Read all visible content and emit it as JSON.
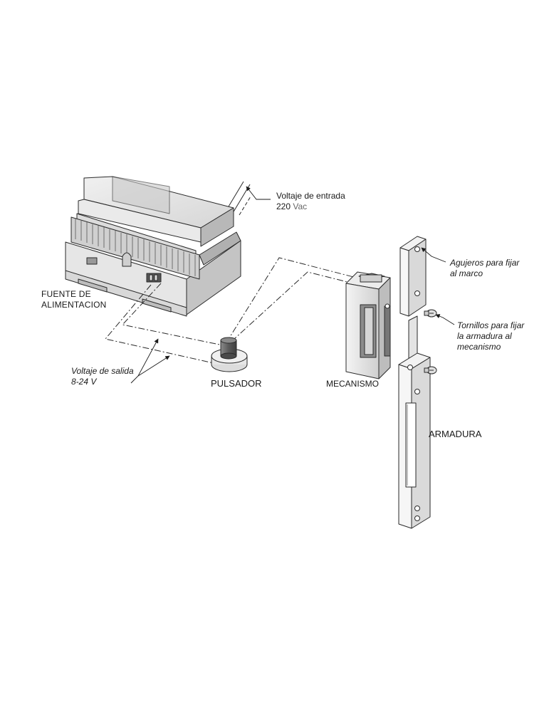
{
  "labels": {
    "input_voltage_line1": "Voltaje de entrada",
    "input_voltage_220": "220 ",
    "input_voltage_vac": "Vac",
    "power_supply_line1": "FUENTE DE",
    "power_supply_line2": "ALIMENTACION",
    "output_voltage_line1": "Voltaje de salida",
    "output_voltage_line2": "8-24 V",
    "push_button": "PULSADOR",
    "mechanism": "MECANISMO",
    "holes_line1": "Agujeros para fijar",
    "holes_line2": "al marco",
    "screws_line1": "Tornillos para fijar",
    "screws_line2": "la armadura al",
    "screws_line3": "mecanismo",
    "strike_plate": "ARMADURA"
  },
  "colors": {
    "line": "#2a2a2a",
    "body_light": "#e4e4e4",
    "body_mid": "#cfcfcf",
    "body_dark": "#a8a8a8",
    "button_cap": "#6a6a6a"
  }
}
